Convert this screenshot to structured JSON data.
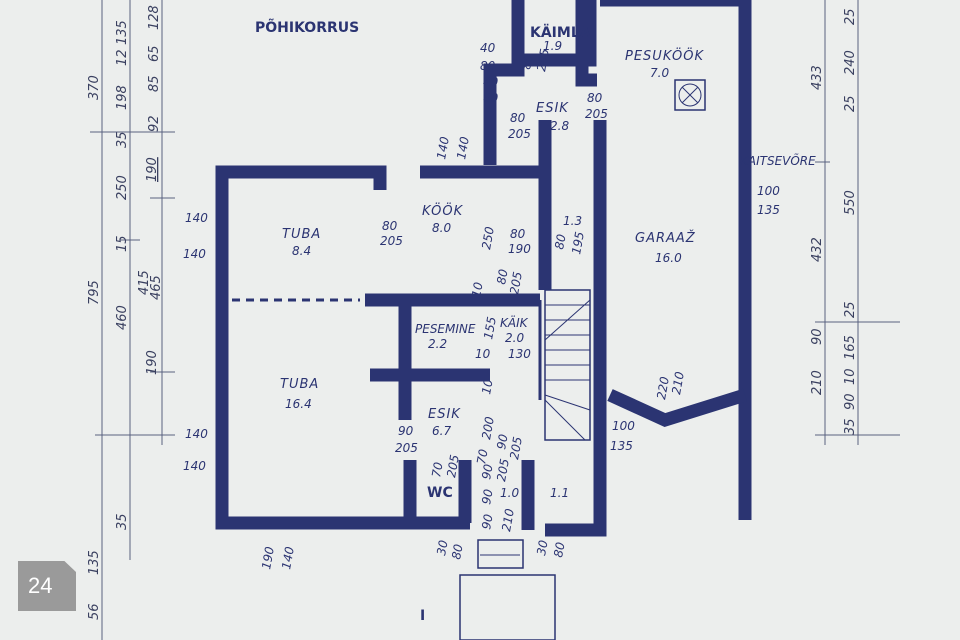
{
  "page_number": "24",
  "title": "PÕHIKORRUS",
  "rooms": {
    "kaimla": {
      "name": "KÄIMLA",
      "area": "1.9"
    },
    "pesukook": {
      "name": "PESUKÖÖK",
      "area": "7.0"
    },
    "esik_top": {
      "name": "ESIK",
      "area": "2.8"
    },
    "kook": {
      "name": "KÖÖK",
      "area": "8.0"
    },
    "tuba_small": {
      "name": "TUBA",
      "area": "8.4"
    },
    "garaaz": {
      "name": "GARAAŽ",
      "area": "16.0"
    },
    "pesemine": {
      "name": "PESEMINE",
      "area": "2.2"
    },
    "kaik": {
      "name": "KÄIK",
      "area": "2.0"
    },
    "tuba_large": {
      "name": "TUBA",
      "area": "16.4"
    },
    "esik_main": {
      "name": "ESIK",
      "area": "6.7"
    },
    "wc": {
      "name": "WC"
    },
    "closet_a": {
      "area": "1.0"
    },
    "closet_b": {
      "area": "1.1"
    },
    "small_room": {
      "area": "1.3"
    }
  },
  "annotations": {
    "kaitsevore": "KAITSEVÕRE",
    "section_mark": "I"
  },
  "openings": [
    "40",
    "80",
    "40",
    "80",
    "80",
    "205",
    "80",
    "205",
    "80",
    "205",
    "140",
    "140",
    "80",
    "205",
    "80",
    "190",
    "80",
    "195",
    "250",
    "80",
    "205",
    "140",
    "140",
    "10",
    "155",
    "130",
    "10",
    "10",
    "200",
    "90",
    "205",
    "70",
    "205",
    "90",
    "205",
    "70",
    "90",
    "90",
    "210",
    "30",
    "80",
    "30",
    "80",
    "100",
    "135",
    "100",
    "135",
    "220",
    "210",
    "140",
    "140",
    "140",
    "140",
    "90",
    "205",
    "190",
    "140"
  ],
  "dimensions_left": {
    "outer": [
      "370",
      "795",
      "135",
      "56"
    ],
    "middle": [
      "135",
      "12",
      "198",
      "35",
      "250",
      "15",
      "460",
      "35"
    ],
    "inner": [
      "128",
      "65",
      "85",
      "92",
      "190",
      "415",
      "465",
      "190"
    ]
  },
  "dimensions_right": {
    "outer": [
      "433",
      "432",
      "90",
      "210"
    ],
    "inner": [
      "25",
      "240",
      "25",
      "550",
      "25",
      "165",
      "10",
      "90",
      "35"
    ]
  }
}
